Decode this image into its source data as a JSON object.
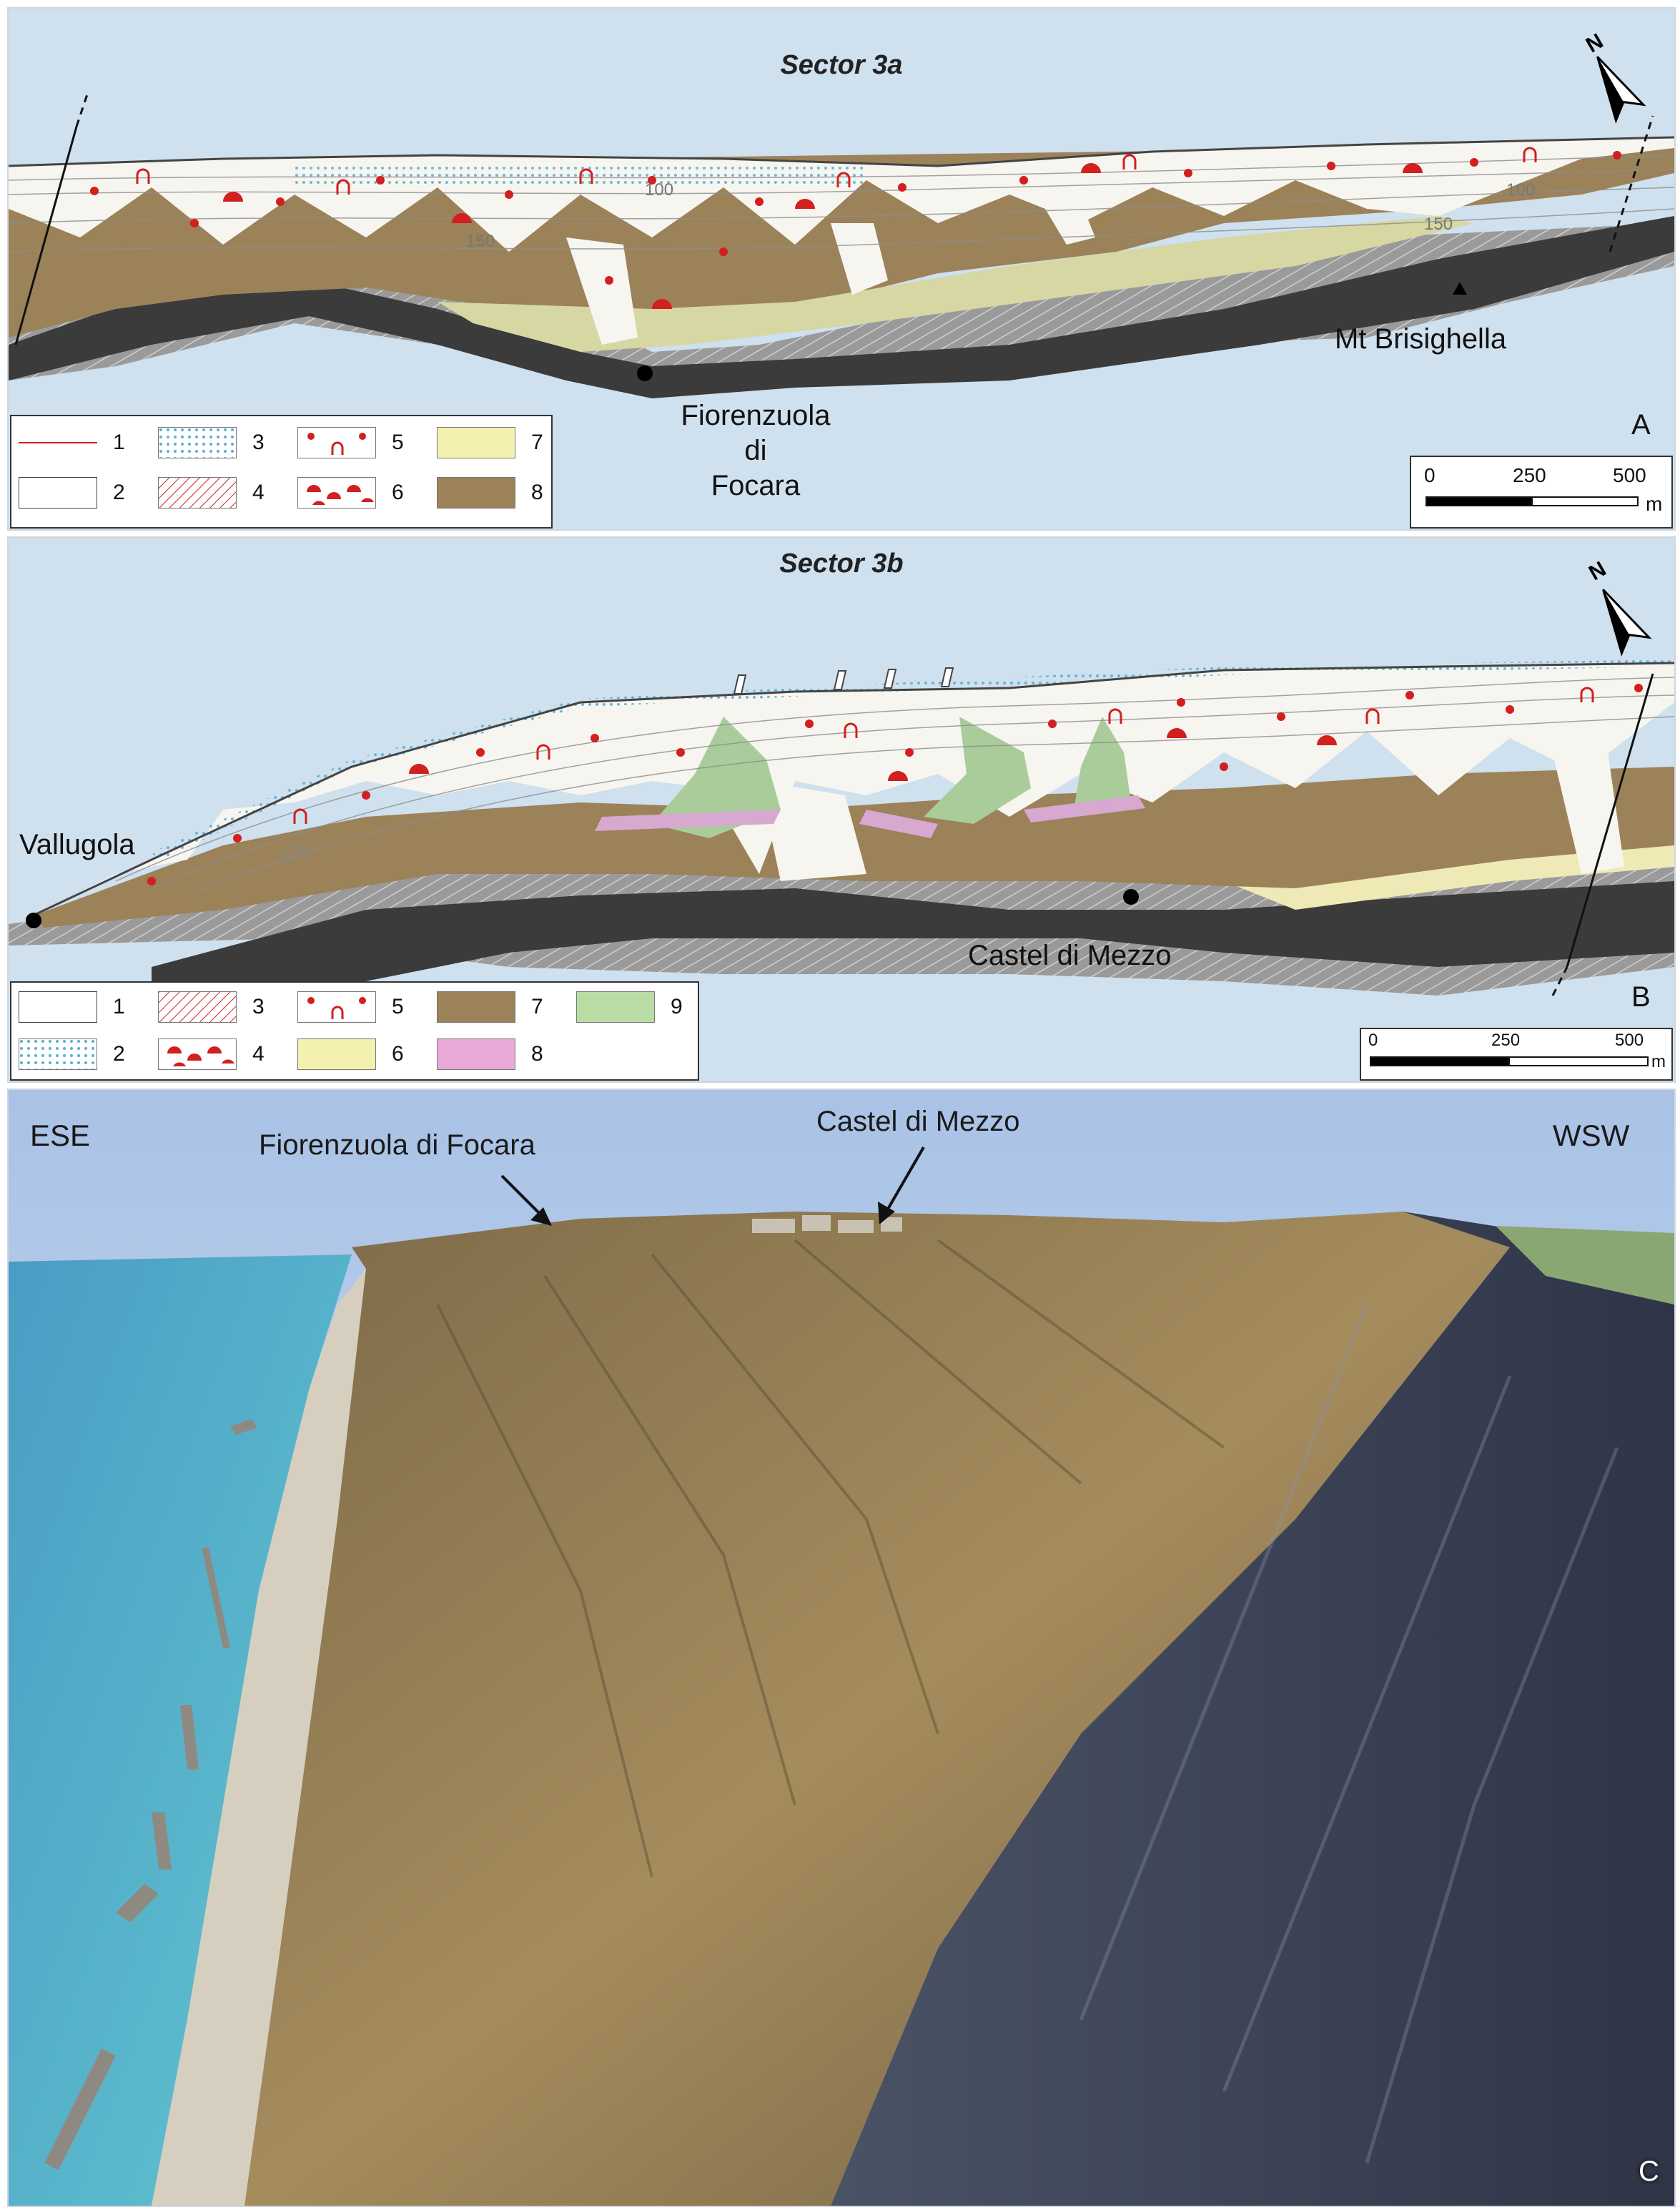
{
  "panel_a": {
    "title": "Sector 3a",
    "letter": "A",
    "places": {
      "fiorenzuola": "Fiorenzuola di Focara",
      "brisighella": "Mt Brisighella"
    },
    "contours": [
      "150",
      "100",
      "150",
      "100"
    ],
    "legend": [
      "1",
      "2",
      "3",
      "4",
      "5",
      "6",
      "7",
      "8"
    ],
    "scale": {
      "ticks": [
        "0",
        "250",
        "500"
      ],
      "unit": "m"
    },
    "north": "N"
  },
  "panel_b": {
    "title": "Sector 3b",
    "letter": "B",
    "places": {
      "vallugola": "Vallugola",
      "castel": "Castel di Mezzo"
    },
    "contours": [
      "125"
    ],
    "legend": [
      "1",
      "2",
      "3",
      "4",
      "5",
      "6",
      "7",
      "8",
      "9"
    ],
    "scale": {
      "ticks": [
        "0",
        "250",
        "500"
      ],
      "unit": "m"
    },
    "north": "N"
  },
  "panel_c": {
    "letter": "C",
    "labels": {
      "ese": "ESE",
      "wsw": "WSW",
      "fiorenzuola": "Fiorenzuola di Focara",
      "castel": "Castel di Mezzo"
    }
  },
  "colors": {
    "sky": "#cfe0ee",
    "white_area": "#f7f5f0",
    "cliff_dark": "#3b3b3b",
    "ochre": "#9b8259",
    "light_yellow": "#d6d7a2",
    "pink": "#d7a8d0",
    "green": "#a9cc9a",
    "red_symbol": "#d21f1f",
    "sand_blue": "#86c5dc"
  }
}
